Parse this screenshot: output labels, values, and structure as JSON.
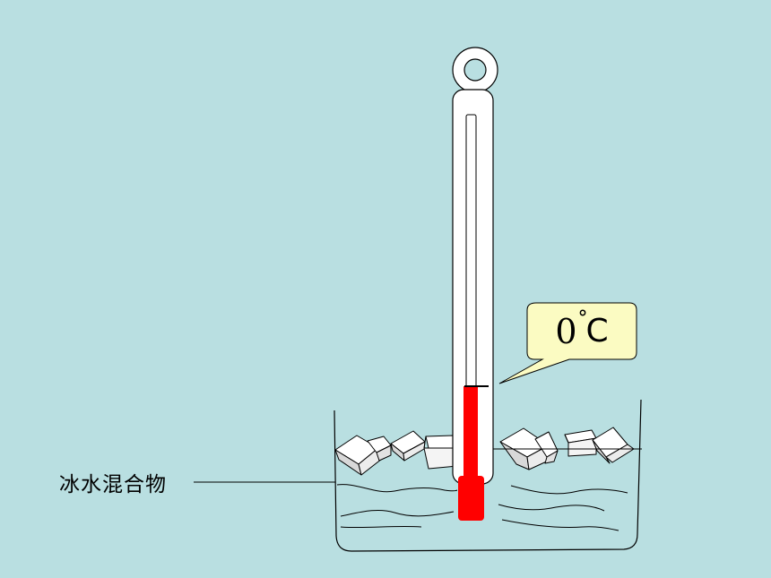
{
  "callout": {
    "value": "0",
    "degree_symbol": "°",
    "unit": "C",
    "fill_color": "#fbfbc2"
  },
  "labels": {
    "mixture": "冰水混合物"
  },
  "colors": {
    "background": "#b9dfe1",
    "mercury": "#ff0000",
    "thermometer_body": "#ffffff",
    "outline": "#000000"
  }
}
